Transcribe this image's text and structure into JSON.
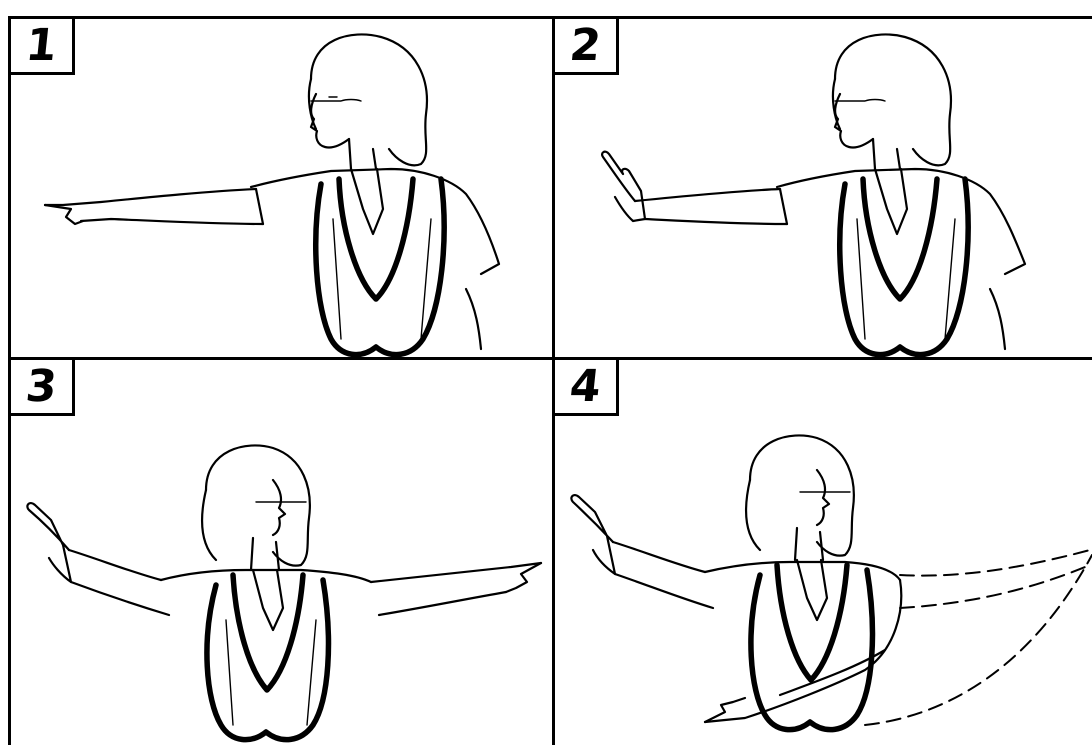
{
  "panels": [
    {
      "number": "1",
      "pose": "point-left"
    },
    {
      "number": "2",
      "pose": "stop-left"
    },
    {
      "number": "3",
      "pose": "stop-left-point-right"
    },
    {
      "number": "4",
      "pose": "stop-left-wave-across"
    }
  ],
  "colors": {
    "ink": "#000000",
    "paper": "#ffffff"
  }
}
